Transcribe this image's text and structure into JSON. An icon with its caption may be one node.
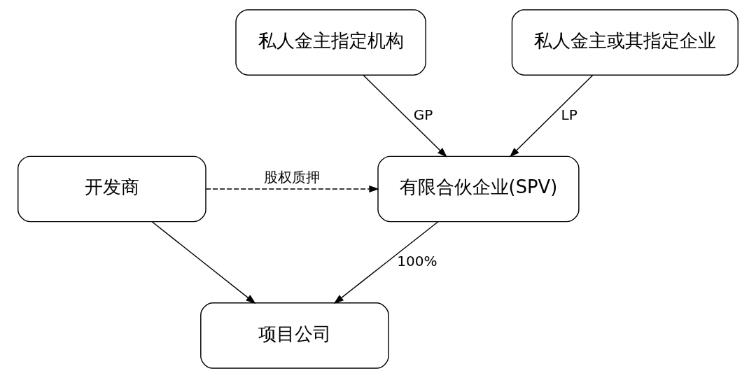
{
  "diagram": {
    "nodes": [
      {
        "text": [
          "私人金主指定机构"
        ]
      },
      {
        "text": [
          "私人金主或其指定企业"
        ]
      },
      {
        "text": [
          "有限合伙企业(SPV)"
        ]
      },
      {
        "text": [
          "开发商"
        ]
      },
      {
        "text": [
          "项目公司"
        ]
      }
    ],
    "edges": [
      {
        "from": 0,
        "to": 2,
        "arrow": "to",
        "label": "GP"
      },
      {
        "from": 1,
        "to": 2,
        "arrow": "to",
        "label": "LP"
      },
      {
        "from": 3,
        "to": 2,
        "arrow": "to",
        "style": "dashed",
        "label": "股权质押"
      },
      {
        "from": 2,
        "to": 4,
        "arrow": "to",
        "label": "100%"
      },
      {
        "from": 3,
        "to": 4,
        "arrow": "to"
      }
    ]
  }
}
